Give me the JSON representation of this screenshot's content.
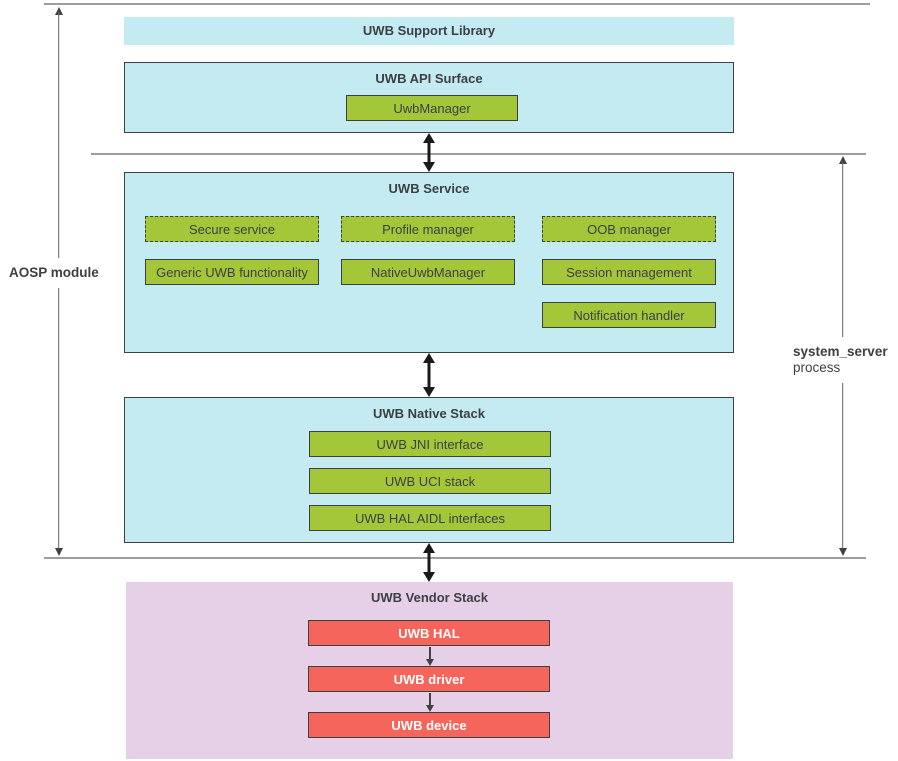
{
  "labels": {
    "aosp_module": "AOSP module",
    "system_server": "system_server",
    "process": "process"
  },
  "support_library": {
    "title": "UWB Support Library"
  },
  "api_surface": {
    "title": "UWB API Surface",
    "manager": "UwbManager"
  },
  "service": {
    "title": "UWB Service",
    "dashed_items": [
      "Secure service",
      "Profile manager",
      "OOB manager"
    ],
    "solid_items": [
      "Generic UWB functionality",
      "NativeUwbManager",
      "Session management",
      "Notification handler"
    ]
  },
  "native_stack": {
    "title": "UWB Native Stack",
    "items": [
      "UWB JNI interface",
      "UWB UCI stack",
      "UWB HAL AIDL interfaces"
    ]
  },
  "vendor_stack": {
    "title": "UWB Vendor Stack",
    "items": [
      "UWB HAL",
      "UWB driver",
      "UWB device"
    ]
  },
  "colors": {
    "container_cyan": "#c4ebf2",
    "container_purple": "#e5d0e8",
    "module_green": "#a4c639",
    "module_red": "#f5655b",
    "separator_gray": "#9e9e9e",
    "arrow_black": "#1a1a1a",
    "span_line_gray": "#5f6368",
    "text_dark": "#3c4043",
    "red_box_text": "#ffffff"
  }
}
